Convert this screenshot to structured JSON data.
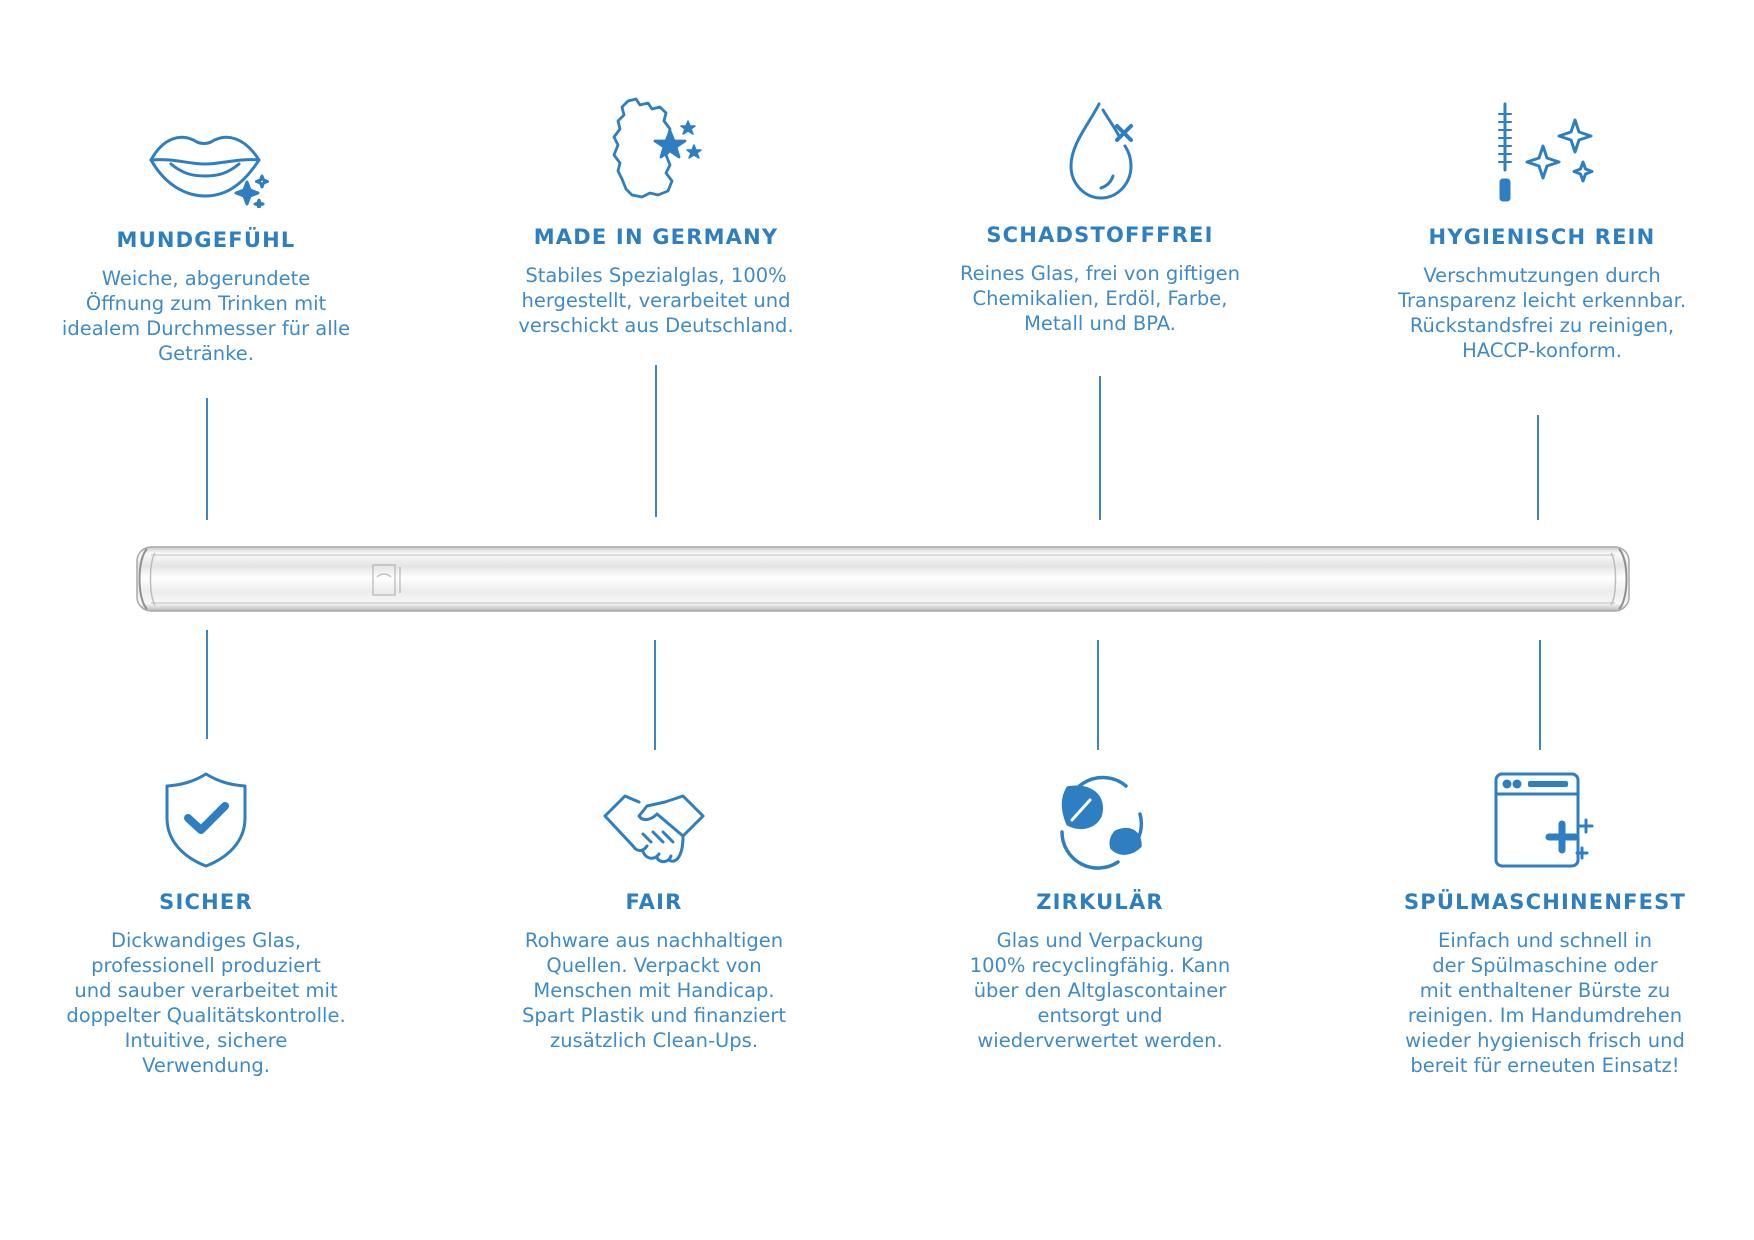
{
  "features_top": [
    {
      "icon": "lips-sparkle-icon",
      "title": "MUNDGEFÜHL",
      "text": "Weiche, abgerundete\nÖffnung zum Trinken mit\nidealem Durchmesser für alle\nGetränke."
    },
    {
      "icon": "germany-map-stars-icon",
      "title": "MADE IN GERMANY",
      "text": "Stabiles Spezialglas, 100%\nhergestellt, verarbeitet und\nverschickt aus Deutschland."
    },
    {
      "icon": "drop-cross-icon",
      "title": "SCHADSTOFFFREI",
      "text": "Reines Glas, frei von giftigen\nChemikalien, Erdöl, Farbe,\nMetall und BPA."
    },
    {
      "icon": "brush-sparkle-icon",
      "title": "HYGIENISCH REIN",
      "text": "Verschmutzungen durch\nTransparenz leicht erkennbar.\nRückstandsfrei zu reinigen,\nHACCP-konform."
    }
  ],
  "features_bottom": [
    {
      "icon": "shield-check-icon",
      "title": "SICHER",
      "text": "Dickwandiges Glas,\nprofessionell produziert\nund sauber verarbeitet mit\ndoppelter Qualitätskontrolle.\nIntuitive, sichere\nVerwendung."
    },
    {
      "icon": "handshake-icon",
      "title": "FAIR",
      "text": "Rohware aus nachhaltigen\nQuellen. Verpackt von\nMenschen mit Handicap.\nSpart Plastik und finanziert\nzusätzlich Clean-Ups."
    },
    {
      "icon": "recycle-leaf-icon",
      "title": "ZIRKULÄR",
      "text": "Glas und Verpackung\n100% recyclingfähig. Kann\nüber den Altglascontainer\nentsorgt und\nwiederverwertet werden."
    },
    {
      "icon": "dishwasher-icon",
      "title": "SPÜLMASCHINENFEST",
      "text": "Einfach und schnell in\nder Spülmaschine oder\nmit enthaltener Bürste zu\nreinigen. Im Handumdrehen\nwieder hygienisch frisch und\nbereit für erneuten Einsatz!"
    }
  ],
  "colors": {
    "accent": "#2d7fc1",
    "line": "#3d86c6"
  }
}
